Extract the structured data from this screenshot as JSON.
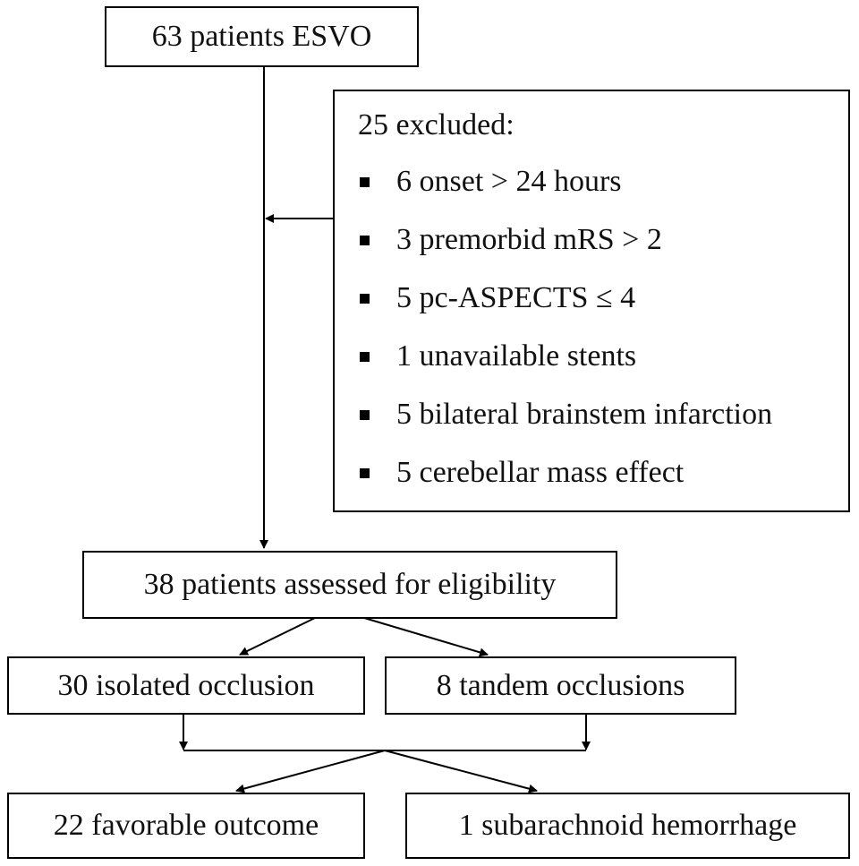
{
  "nodes": {
    "start": "63 patients ESVO",
    "excluded_title": "25 excluded:",
    "excluded_reasons": [
      "6 onset > 24 hours",
      "3 premorbid mRS > 2",
      "5 pc-ASPECTS ≤ 4",
      "1 unavailable stents",
      "5 bilateral brainstem infarction",
      "5 cerebellar mass effect"
    ],
    "assessed": "38 patients assessed for eligibility",
    "isolated": "30 isolated occlusion",
    "tandem": "8 tandem occlusions",
    "favorable": "22 favorable outcome",
    "hemorrhage": "1 subarachnoid hemorrhage"
  },
  "colors": {
    "line": "#000000",
    "box_border": "#000000",
    "background": "#ffffff"
  }
}
